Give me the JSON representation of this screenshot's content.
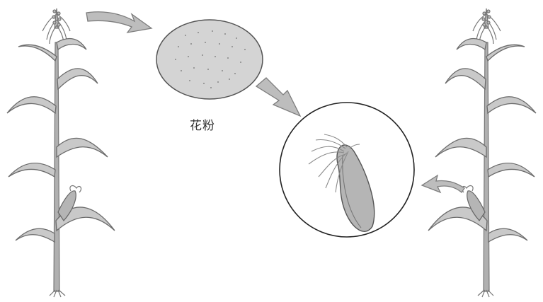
{
  "diagram": {
    "pollen_label": "花粉",
    "colors": {
      "leaf_fill": "#c9c9c9",
      "leaf_stroke": "#6b6b6b",
      "stalk": "#8d8d8d",
      "pollen_disc": "#d4d4d4",
      "arrow_fill": "#bdbdbd",
      "arrow_stroke": "#7d7d7d",
      "ear_fill": "#b5b5b5",
      "silk": "#8a8a8a"
    },
    "icons": [
      "corn-plant-left",
      "corn-plant-right",
      "pollen-disc",
      "corn-ear-closeup",
      "arrow"
    ]
  }
}
